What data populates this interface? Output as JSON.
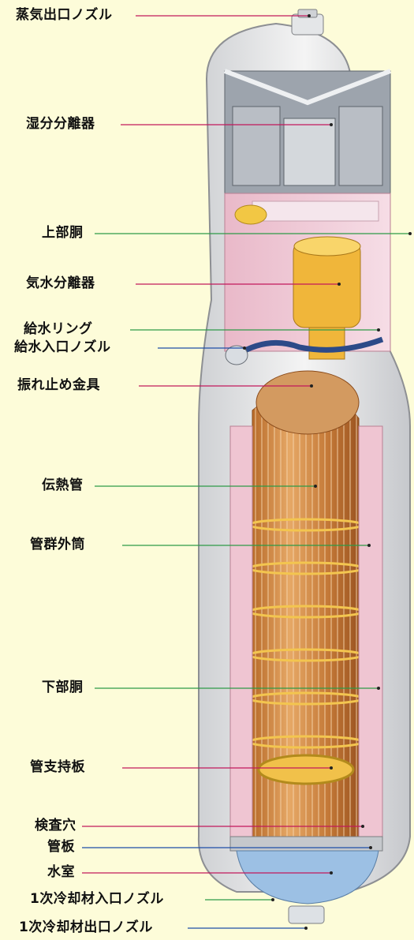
{
  "labels": [
    {
      "text": "蒸気出口ノズル",
      "color": "#c2185b"
    },
    {
      "text": "湿分分離器",
      "color": "#c2185b"
    },
    {
      "text": "上部胴",
      "color": "#2e9a47"
    },
    {
      "text": "気水分離器",
      "color": "#c2185b"
    },
    {
      "text": "給水リング",
      "color": "#2e9a47"
    },
    {
      "text": "給水入口ノズル",
      "color": "#1e4ea8"
    },
    {
      "text": "振れ止め金具",
      "color": "#c2185b"
    },
    {
      "text": "伝熱管",
      "color": "#2e9a47"
    },
    {
      "text": "管群外筒",
      "color": "#2e9a47"
    },
    {
      "text": "下部胴",
      "color": "#2e9a47"
    },
    {
      "text": "管支持板",
      "color": "#c2185b"
    },
    {
      "text": "検査穴",
      "color": "#c2185b"
    },
    {
      "text": "管板",
      "color": "#1e4ea8"
    },
    {
      "text": "水室",
      "color": "#c2185b"
    },
    {
      "text": "1次冷却材入口ノズル",
      "color": "#2e9a47"
    },
    {
      "text": "1次冷却材出口ノズル",
      "color": "#1e4ea8"
    }
  ]
}
